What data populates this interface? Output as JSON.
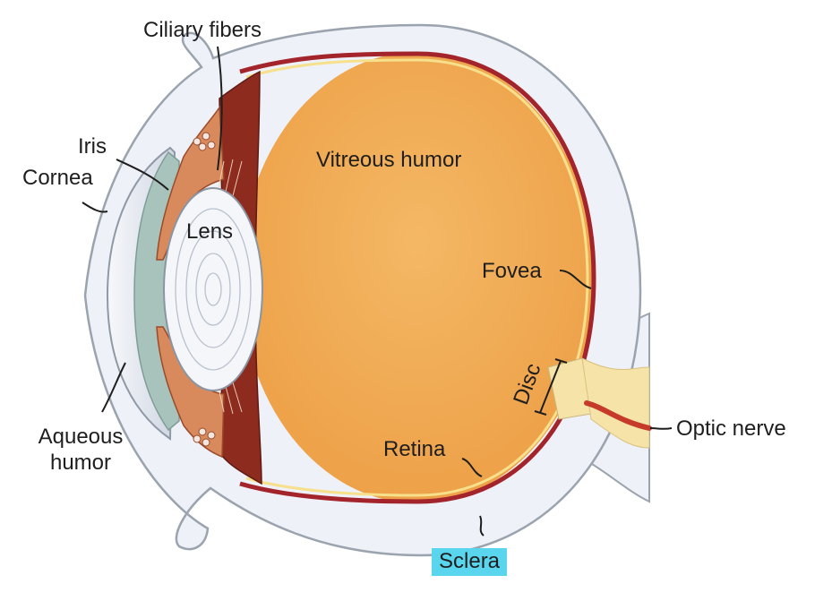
{
  "labels": {
    "ciliary_fibers": "Ciliary fibers",
    "iris": "Iris",
    "cornea": "Cornea",
    "vitreous_humor": "Vitreous humor",
    "lens": "Lens",
    "fovea": "Fovea",
    "disc": "Disc",
    "optic_nerve": "Optic nerve",
    "aqueous_humor_line1": "Aqueous",
    "aqueous_humor_line2": "humor",
    "retina": "Retina",
    "sclera": "Sclera"
  },
  "colors": {
    "sclera": "#eef1f7",
    "sclera_outline": "#9aa3ae",
    "vitreous": "#f2ad52",
    "retina": "#a3242b",
    "retina_inner": "#f7e08c",
    "ciliary_body": "#8e2b1f",
    "iris": "#d98a5d",
    "lens": "#f4f6fa",
    "cornea": "#dfe4ee",
    "aqueous": "#9fb9b2",
    "optic_nerve": "#f6e3a8",
    "sclera_highlight": "#59d5ee"
  }
}
